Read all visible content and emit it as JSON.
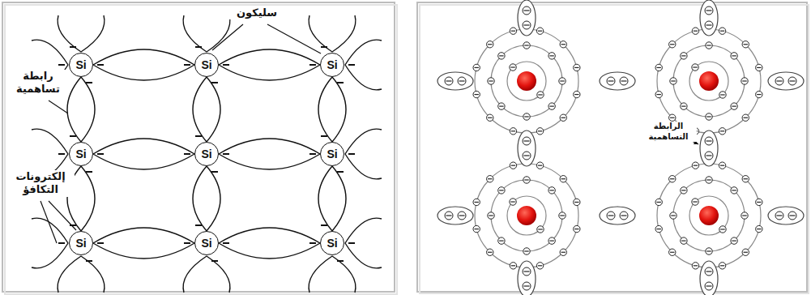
{
  "diagram": {
    "nodes": [
      {
        "text": [
          "Si"
        ]
      },
      {
        "text": [
          "Si"
        ]
      },
      {
        "text": [
          "Si"
        ]
      },
      {
        "text": [
          "Si"
        ]
      },
      {
        "text": [
          "Si"
        ]
      },
      {
        "text": [
          "Si"
        ]
      },
      {
        "text": [
          "Si"
        ]
      },
      {
        "text": [
          "Si"
        ]
      },
      {
        "text": [
          "Si"
        ]
      }
    ],
    "edges": [
      {
        "from": 0,
        "to": 1,
        "arrow": "none"
      },
      {
        "from": 1,
        "to": 2,
        "arrow": "none"
      },
      {
        "from": 3,
        "to": 4,
        "arrow": "none"
      },
      {
        "from": 4,
        "to": 5,
        "arrow": "none"
      },
      {
        "from": 6,
        "to": 7,
        "arrow": "none"
      },
      {
        "from": 7,
        "to": 8,
        "arrow": "none"
      },
      {
        "from": 0,
        "to": 3,
        "arrow": "none"
      },
      {
        "from": 3,
        "to": 6,
        "arrow": "none"
      },
      {
        "from": 1,
        "to": 4,
        "arrow": "none"
      },
      {
        "from": 4,
        "to": 7,
        "arrow": "none"
      },
      {
        "from": 2,
        "to": 5,
        "arrow": "none"
      },
      {
        "from": 5,
        "to": 8,
        "arrow": "none"
      }
    ],
    "labels": [
      "سليكون",
      "رابطة تساهمية",
      "إلكترونات التكافؤ",
      "الرابطة التساهمية"
    ]
  }
}
